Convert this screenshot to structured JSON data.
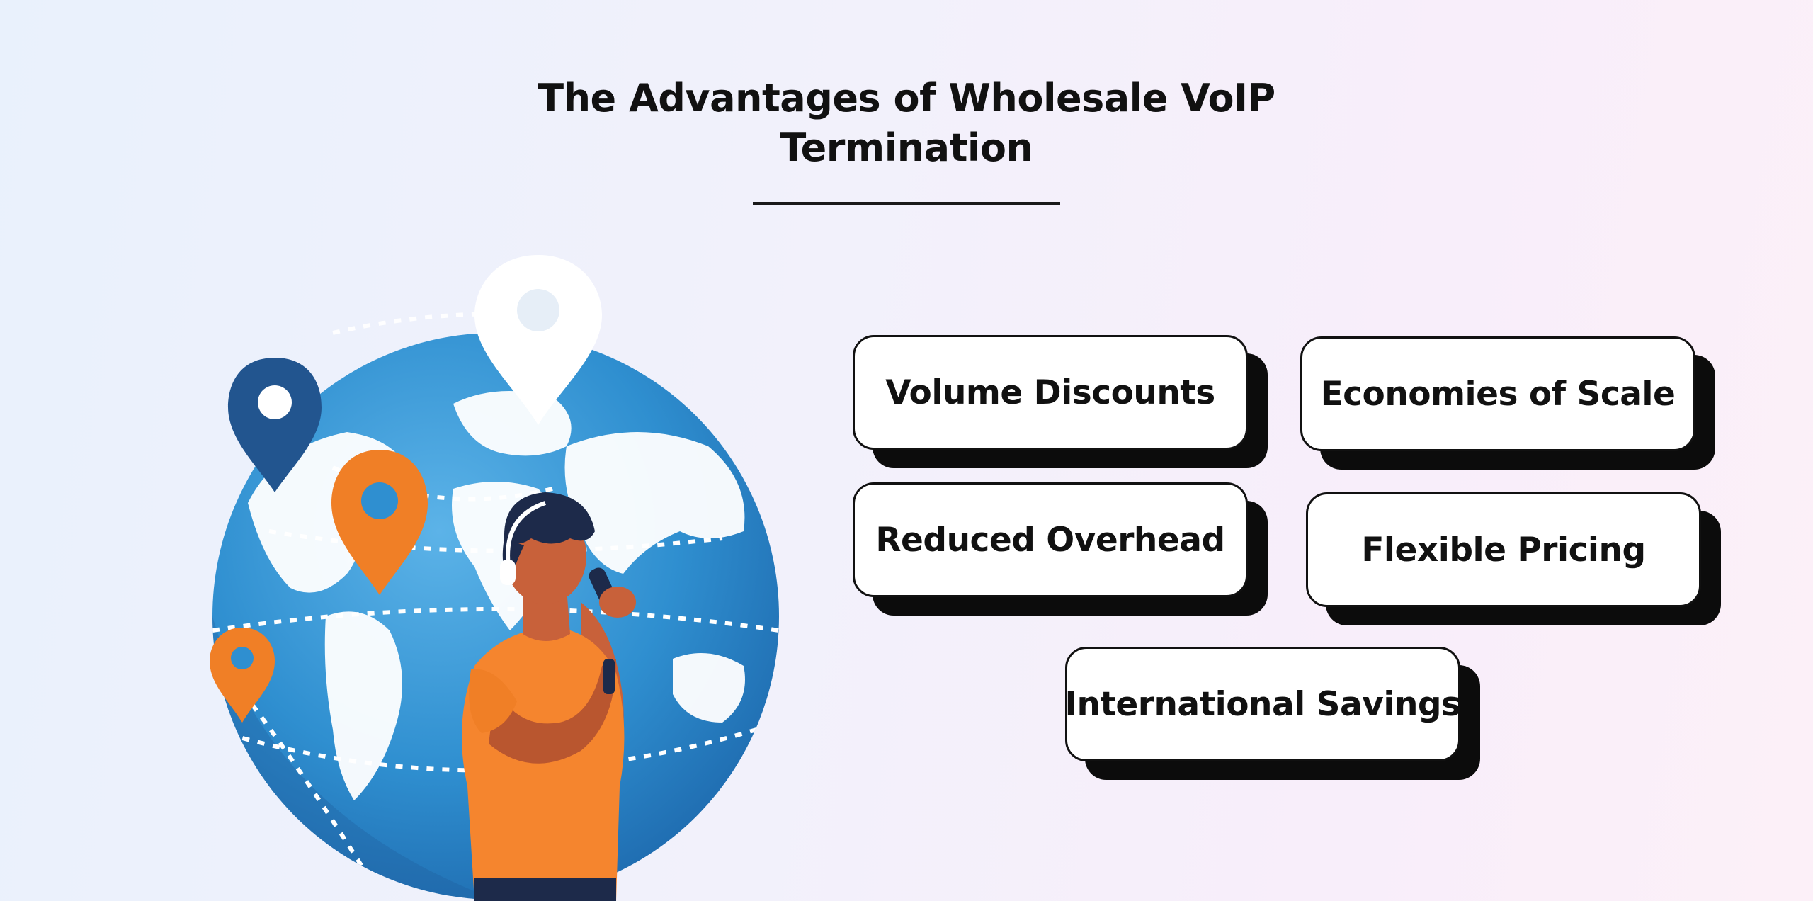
{
  "header": {
    "title_line1": "The Advantages of Wholesale VoIP",
    "title_line2": "Termination"
  },
  "cards": [
    {
      "label": "Volume Discounts"
    },
    {
      "label": "Economies of Scale"
    },
    {
      "label": "Reduced Overhead"
    },
    {
      "label": "Flexible Pricing"
    },
    {
      "label": "International Savings"
    }
  ],
  "illustration": {
    "icons": [
      "globe-icon",
      "map-pin-icon",
      "person-on-phone-icon"
    ],
    "colors": {
      "ocean": "#2f8fd0",
      "ocean_dark": "#2368a8",
      "land": "#ffffff",
      "pin_orange": "#f07f26",
      "pin_navy": "#22558f",
      "shirt": "#f5852e",
      "skin": "#c8613a",
      "hair": "#1d2a4a"
    }
  }
}
